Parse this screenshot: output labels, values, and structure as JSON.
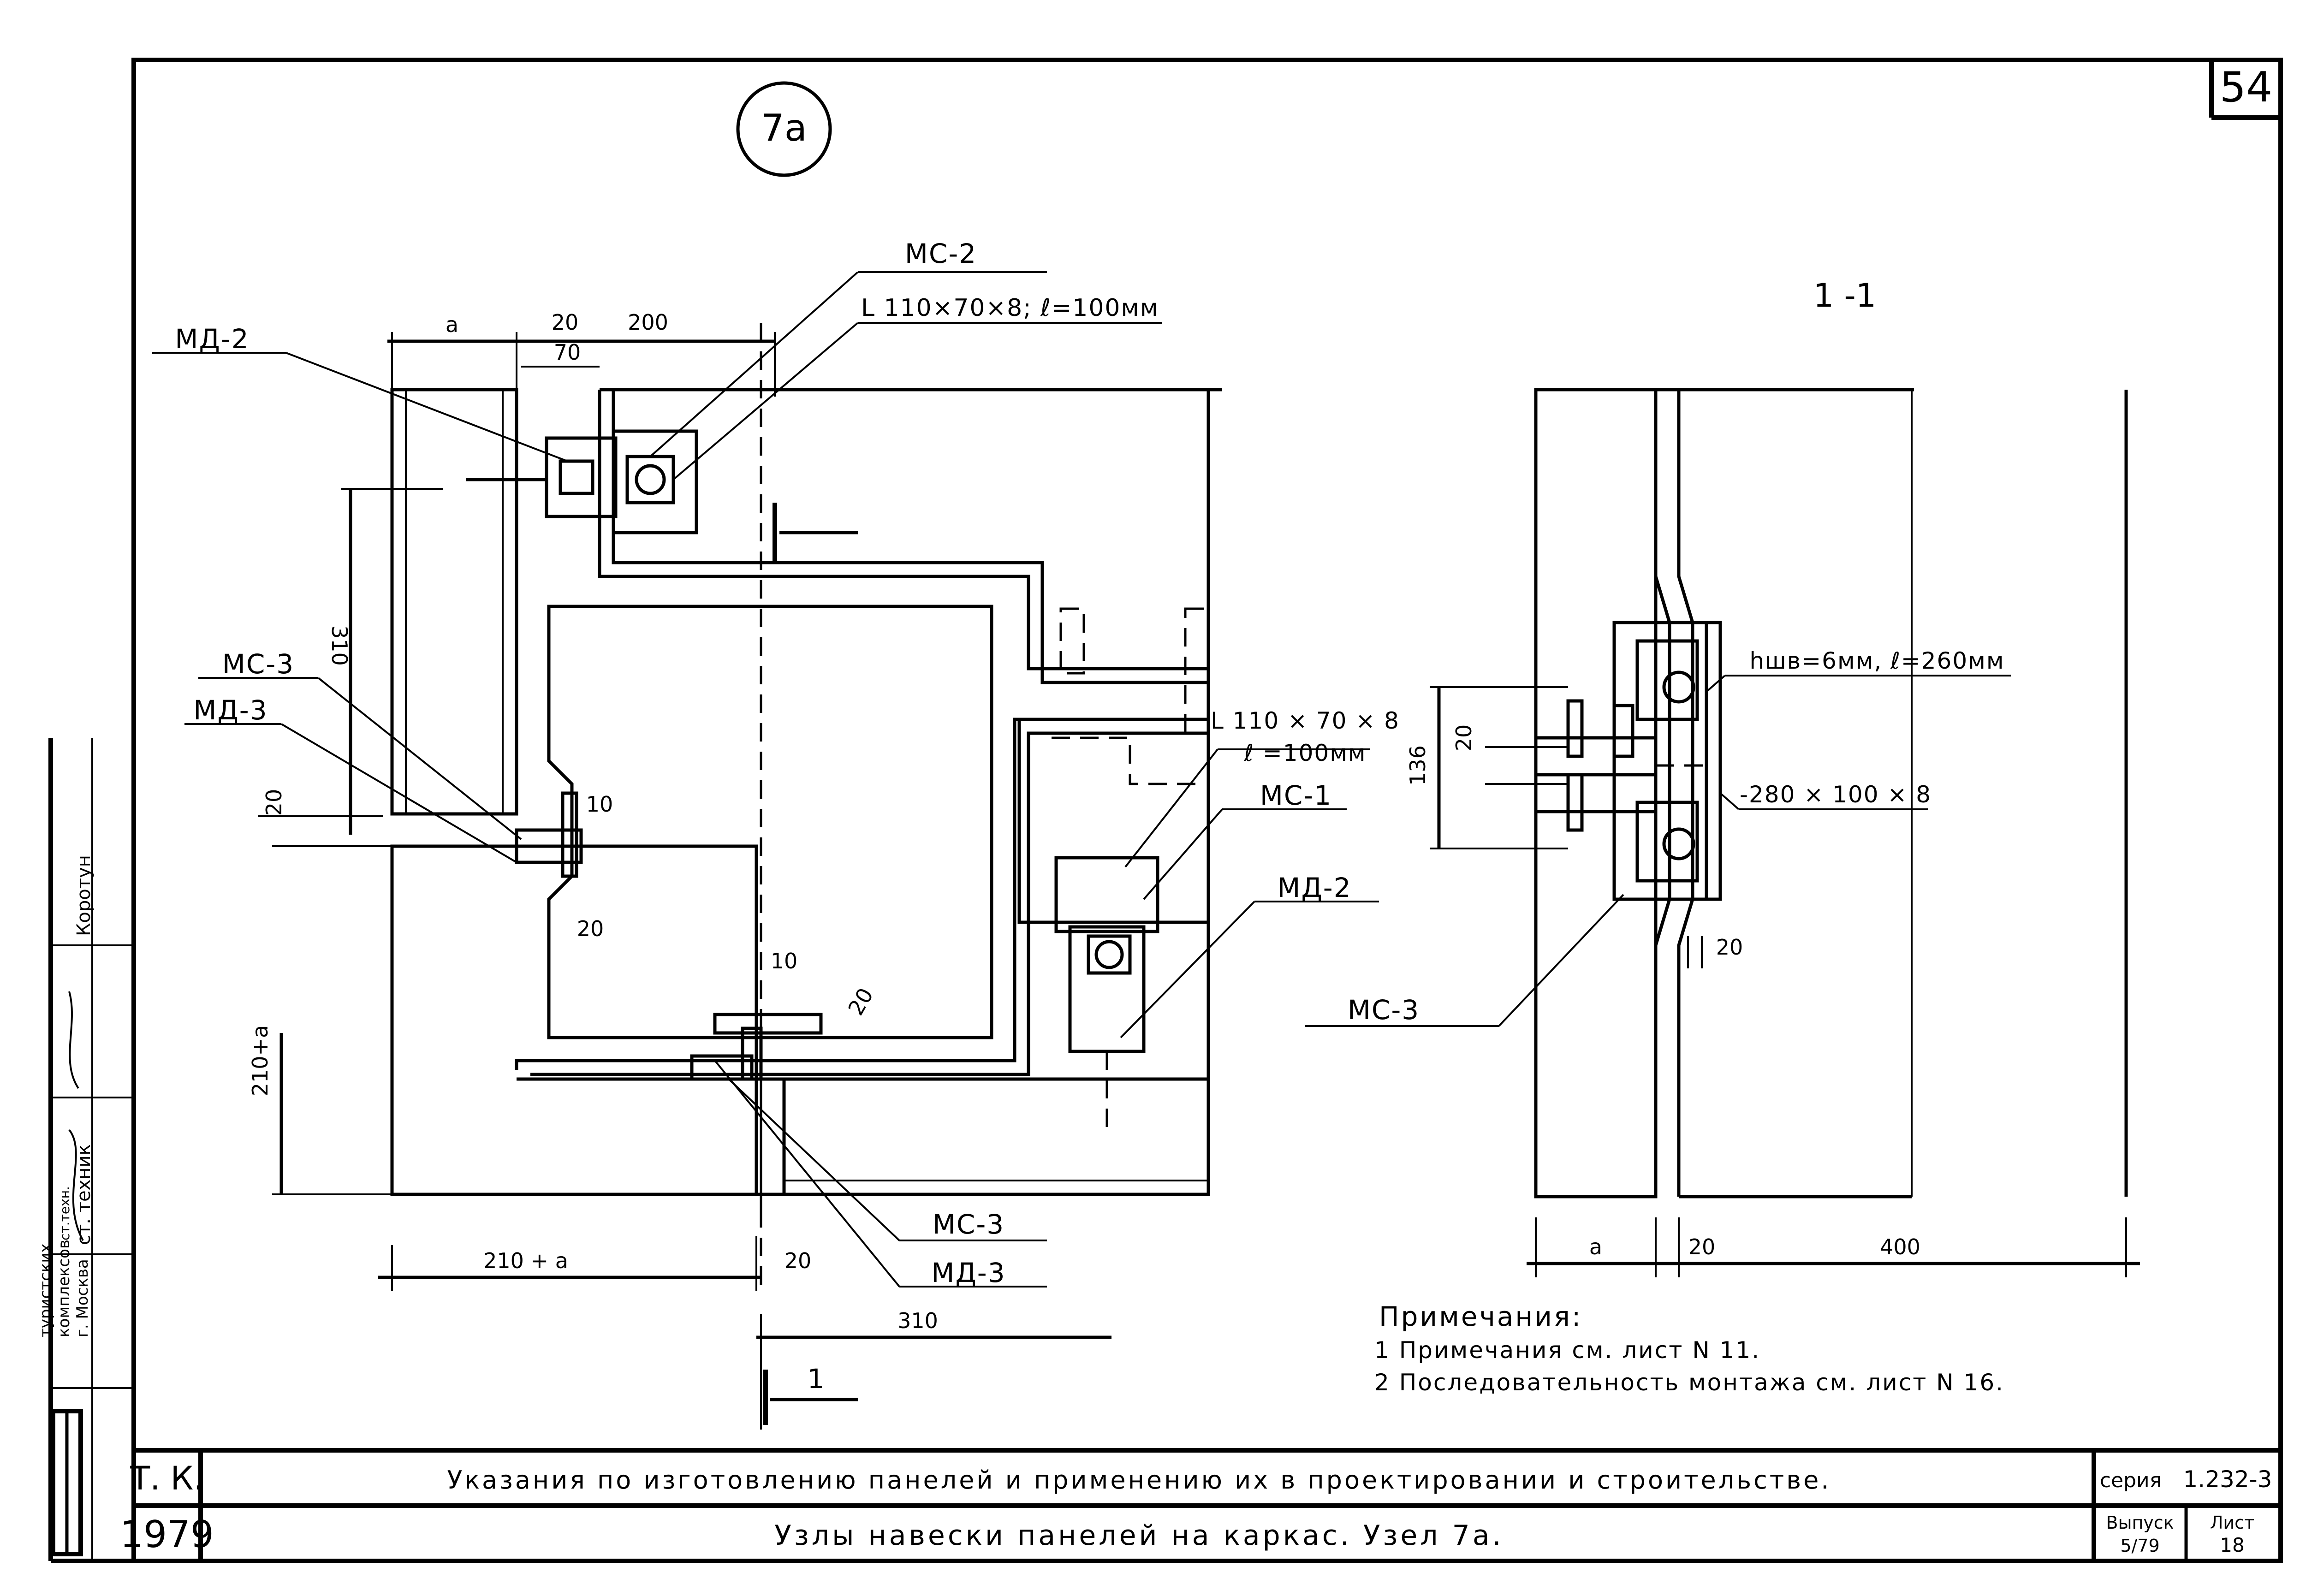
{
  "sheet_number": "54",
  "node_label": "7a",
  "section_title": "1 -1",
  "labels": {
    "md2_top": "МД-2",
    "mc2_top": "МС-2",
    "angle_top": "L 110×70×8;  ℓ=100мм",
    "mc3_left": "МС-3",
    "md3_left": "МД-3",
    "angle_right_1": "L 110 × 70 × 8",
    "angle_right_2": "ℓ =100мм",
    "mc1_right": "МС-1",
    "md2_right": "МД-2",
    "mc3_bottom": "МС-3",
    "md3_bottom": "МД-3",
    "weld": "hшв=6мм,  ℓ=260мм",
    "plate": "-280 × 100 × 8",
    "mc3_section": "МС-3",
    "section_mark": "1"
  },
  "dimensions": {
    "a_top": "a",
    "d20_top": "20",
    "d200_top": "200",
    "d70_top": "70",
    "d310_left": "310",
    "d20_left": "20",
    "d10_mid": "10",
    "d20_mid": "20",
    "d10_low": "10",
    "d20_low": "20",
    "d210a_left": "210+a",
    "d210a_bottom": "210 + a",
    "d20_bottom": "20",
    "d310_bottom": "310",
    "d20_sec": "20",
    "d136_sec": "136",
    "d20_sec_mid": "20",
    "a_sec": "a",
    "d20_sec_bottom": "20",
    "d400_sec": "400"
  },
  "notes": {
    "title": "Примечания:",
    "items": [
      "1 Примечания см. лист N 11.",
      "2 Последовательность монтажа см. лист N 16."
    ]
  },
  "stamp": {
    "org_line1": "туристских",
    "org_line2": "комплексов",
    "org_line3": "г. Москва",
    "role1": "ст. техник",
    "name1": "Коротун",
    "role1_header": "ст.техн."
  },
  "title_block": {
    "code": "Т. К.",
    "year": "1979",
    "main_title": "Указания по изготовлению панелей и применению их в проектировании и строительстве.",
    "subtitle": "Узлы навески панелей на каркас.  Узел 7а.",
    "series_label": "серия",
    "series_value": "1.232-3",
    "issue_label": "Выпуск",
    "issue_value": "5/79",
    "sheet_label": "Лист",
    "sheet_value": "18"
  }
}
